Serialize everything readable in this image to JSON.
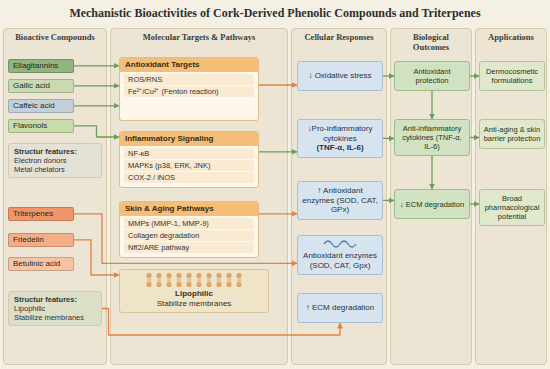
{
  "diagram": {
    "title": "Mechanistic Bioactivities of Cork-Derived Phenolic Compounds and Triterpenes",
    "nodes": [
      {
        "text": [
          "Bioactive Compounds"
        ]
      },
      {
        "text": [
          "Ellagitannins"
        ],
        "in": 0
      },
      {
        "text": [
          "Gallic acid"
        ],
        "in": 0
      },
      {
        "text": [
          "Caffeic acid"
        ],
        "in": 0
      },
      {
        "text": [
          "Flavonols"
        ],
        "in": 0
      },
      {
        "text": [
          "Structur features:",
          "Electron donors",
          "Metal chelators"
        ],
        "in": 0
      },
      {
        "text": [
          "Triterpenes"
        ],
        "in": 0
      },
      {
        "text": [
          "Friedelin"
        ],
        "in": 0
      },
      {
        "text": [
          "Betulinic acid"
        ],
        "in": 0
      },
      {
        "text": [
          "Structur features:",
          "Lipophilic",
          "Stabilize membranes"
        ],
        "in": 0
      },
      {
        "text": [
          "Molecular Targets & Pathways"
        ]
      },
      {
        "text": [
          "Antioxidant Targets",
          "ROS/RNS",
          "Fe²⁺/Cu²⁺ (Fenton reaction)"
        ],
        "in": 10
      },
      {
        "text": [
          "Inflammatory Signaling",
          "NF-κB",
          "MAPKs (p38, ERK, JNK)",
          "COX-2 / iNOS"
        ],
        "in": 10
      },
      {
        "text": [
          "Skin & Aging Pathways",
          "MMPs (MMP-1, MMP-9)",
          "Collagen degradation",
          "Nff2/ARE pathway"
        ],
        "in": 10
      },
      {
        "text": [
          "Lipophilic",
          "Stabilize membranes"
        ],
        "in": 10
      },
      {
        "text": [
          "Cellular Responses"
        ]
      },
      {
        "text": [
          "↓ Oxidative stress"
        ],
        "in": 15
      },
      {
        "text": [
          "↓Pro-inflammatory cytokines",
          "(TNF-α, IL-6)"
        ],
        "in": 15
      },
      {
        "text": [
          "↑ Antioxidant enzymes (SOD, CAT, GPx)"
        ],
        "in": 15
      },
      {
        "text": [
          "Antioxidant enzymes (SOD, CAT, Gpx)"
        ],
        "in": 15
      },
      {
        "text": [
          "↑ ECM degradation"
        ],
        "in": 15
      },
      {
        "text": [
          "Biological Outcomes"
        ]
      },
      {
        "text": [
          "Antioxidant protection"
        ],
        "in": 21
      },
      {
        "text": [
          "Anti-inflammatory cytokines (TNF-α, IL-6)"
        ],
        "in": 21
      },
      {
        "text": [
          "↓ ECM degradation"
        ],
        "in": 21
      },
      {
        "text": [
          "Applications"
        ]
      },
      {
        "text": [
          "Dermocosmetic formulations"
        ],
        "in": 25
      },
      {
        "text": [
          "Anti-aging & skin barrier protection"
        ],
        "in": 25
      },
      {
        "text": [
          "Broad pharmacological potential"
        ],
        "in": 25
      }
    ],
    "edges": [
      {
        "from": 1,
        "to": 11,
        "arrow": "to"
      },
      {
        "from": 2,
        "to": 11,
        "arrow": "to"
      },
      {
        "from": 3,
        "to": 11,
        "arrow": "to"
      },
      {
        "from": 4,
        "to": 12,
        "arrow": "to"
      },
      {
        "from": 6,
        "to": 19,
        "arrow": "to"
      },
      {
        "from": 7,
        "to": 14,
        "arrow": "to"
      },
      {
        "from": 9,
        "to": 20,
        "arrow": "to"
      },
      {
        "from": 11,
        "to": 16,
        "arrow": "to"
      },
      {
        "from": 12,
        "to": 17,
        "arrow": "to"
      },
      {
        "from": 13,
        "to": 18,
        "arrow": "to"
      },
      {
        "from": 16,
        "to": 22,
        "arrow": "to"
      },
      {
        "from": 17,
        "to": 23,
        "arrow": "to"
      },
      {
        "from": 18,
        "to": 24,
        "arrow": "to"
      },
      {
        "from": 22,
        "to": 26,
        "arrow": "to"
      },
      {
        "from": 23,
        "to": 27,
        "arrow": "to"
      },
      {
        "from": 24,
        "to": 28,
        "arrow": "to"
      },
      {
        "from": 22,
        "to": 23,
        "arrow": "to"
      },
      {
        "from": 23,
        "to": 24,
        "arrow": "to"
      }
    ]
  }
}
